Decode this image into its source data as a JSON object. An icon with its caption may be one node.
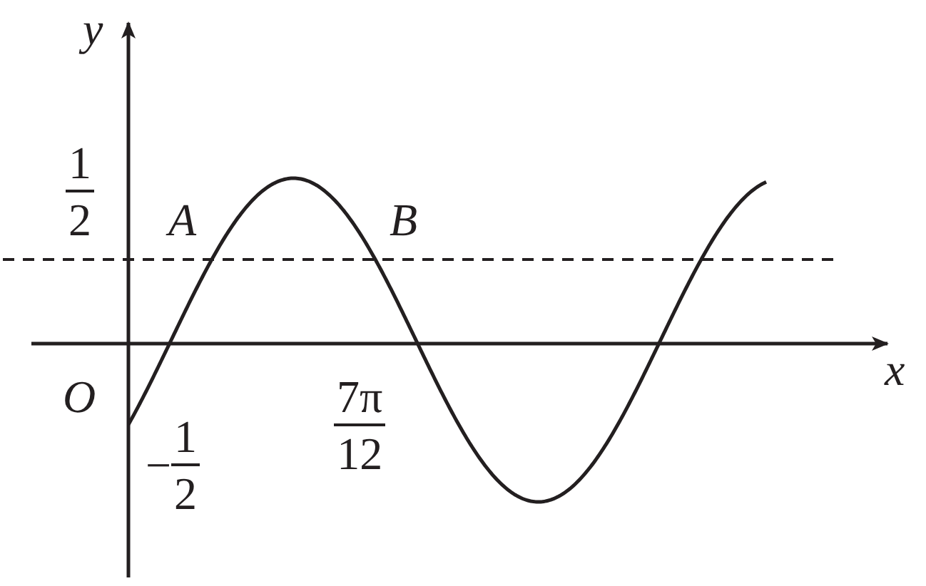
{
  "diagram": {
    "labels": [
      "y",
      "1/2",
      "A",
      "B",
      "x",
      "O",
      "−1/2",
      "7π/12"
    ]
  }
}
